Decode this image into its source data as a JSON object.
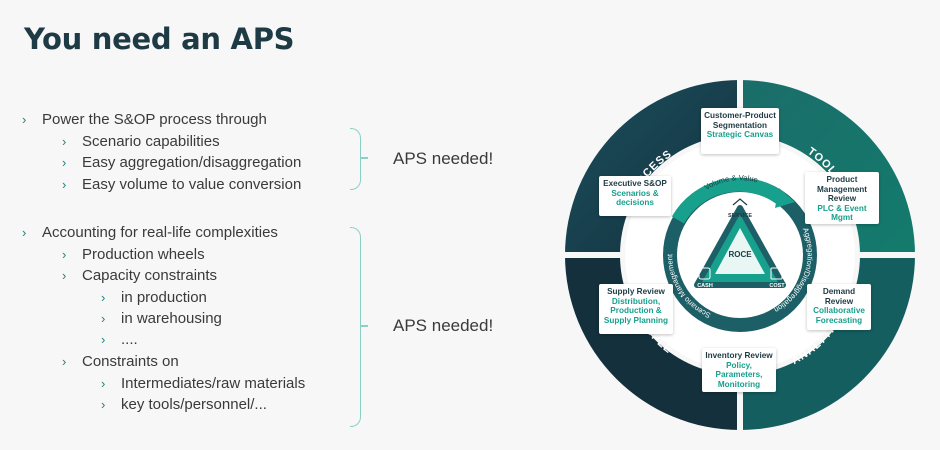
{
  "title": "You need an APS",
  "block1": {
    "main": "Power the S&OP process through",
    "subs": [
      "Scenario capabilities",
      "Easy aggregation/disaggregation",
      "Easy volume to value conversion"
    ],
    "brace_label": "APS needed!"
  },
  "block2": {
    "main": "Accounting for real-life complexities",
    "l1_a": "Production wheels",
    "l1_b": "Capacity constraints",
    "l2_b": [
      "in production",
      "in warehousing",
      "...."
    ],
    "l1_c": "Constraints on",
    "l2_c": [
      "Intermediates/raw materials",
      "key tools/personnel/..."
    ],
    "brace_label": "APS needed!"
  },
  "diagram": {
    "quadrants": {
      "process": "PROCESS",
      "tools": "TOOLS",
      "people": "PEOPLE",
      "analytics": "ANALYTICS"
    },
    "cards": [
      {
        "title": "Customer-Product Segmentation",
        "sub": "Strategic Canvas"
      },
      {
        "title": "Product Management Review",
        "sub": "PLC & Event Mgmt"
      },
      {
        "title": "Demand Review",
        "sub": "Collaborative Forecasting"
      },
      {
        "title": "Inventory Review",
        "sub": "Policy, Parameters, Monitoring"
      },
      {
        "title": "Supply Review",
        "sub": "Distribution, Production & Supply Planning"
      },
      {
        "title": "Executive S&OP",
        "sub": "Scenarios & decisions"
      }
    ],
    "ring_labels": {
      "top": "Volume & Value",
      "right": "Aggregation/Disaggregation",
      "left": "Scenario Management"
    },
    "center": {
      "core": "ROCE",
      "service": "SERVICE",
      "cash": "CASH",
      "cost": "COST"
    },
    "colors": {
      "dark": "#1e3a45",
      "teal": "#12806f",
      "accent": "#17a08c",
      "ring": "#ffffff"
    }
  }
}
